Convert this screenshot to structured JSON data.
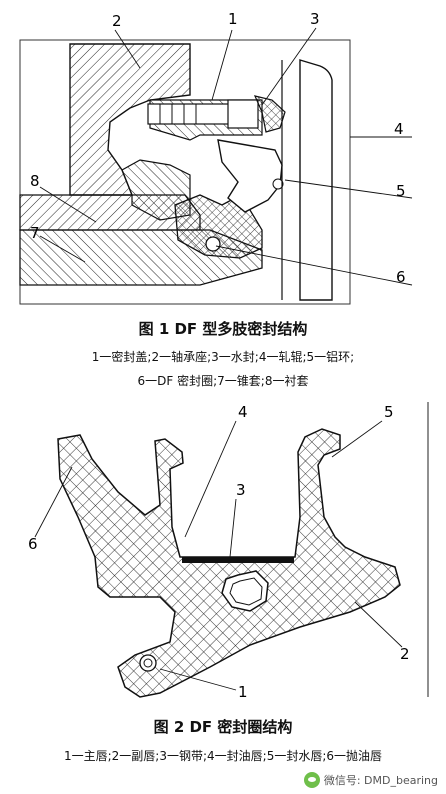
{
  "figure1": {
    "callouts": [
      "2",
      "1",
      "3",
      "4",
      "8",
      "5",
      "7",
      "6"
    ],
    "caption_title": "图 1   DF 型多肢密封结构",
    "legend_line1": "1一密封盖;2一轴承座;3一水封;4一轧辊;5一铝环;",
    "legend_line2": "6一DF 密封圈;7一锥套;8一衬套"
  },
  "figure2": {
    "callouts": [
      "4",
      "5",
      "3",
      "6",
      "2",
      "1"
    ],
    "caption_title": "图 2   DF 密封圈结构",
    "legend_line": "1一主唇;2一副唇;3一钢带;4一封油唇;5一封水唇;6一抛油唇"
  },
  "watermark": {
    "text": "微信号: DMD_bearing",
    "icon": "wechat-icon"
  }
}
